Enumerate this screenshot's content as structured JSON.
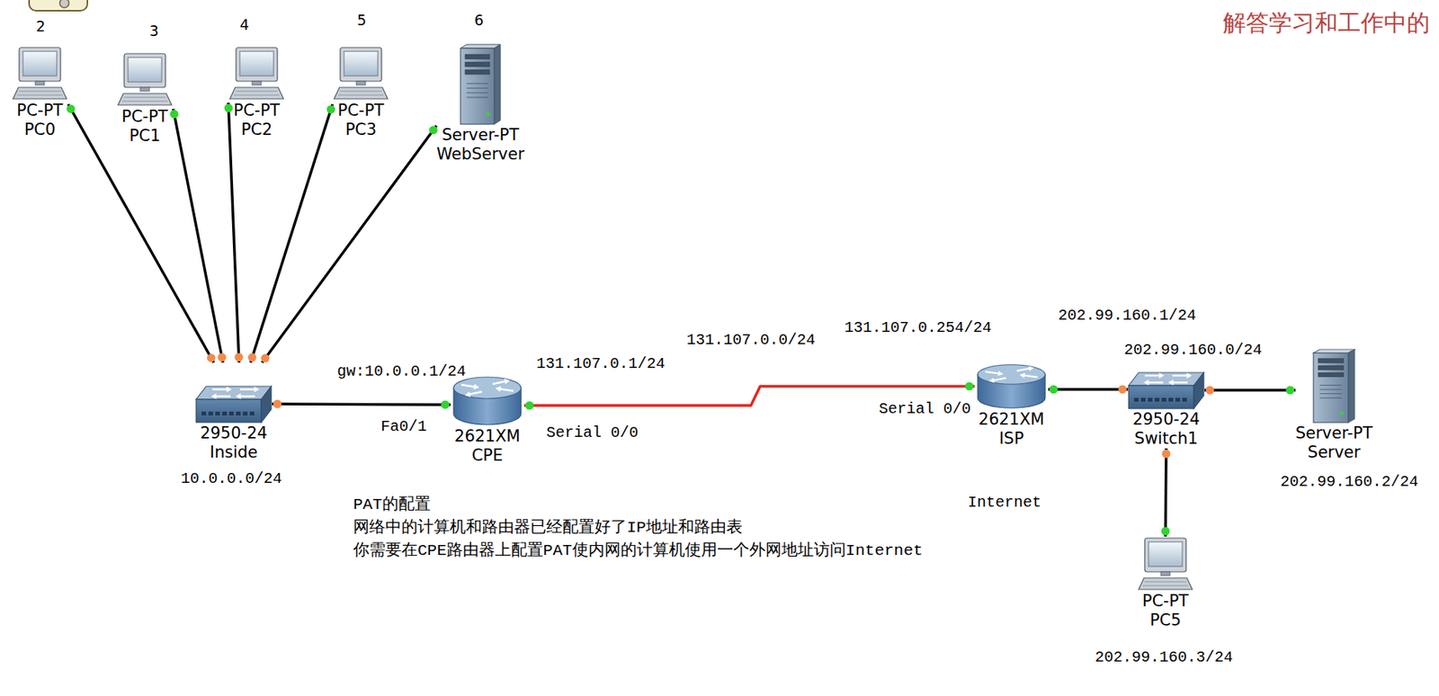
{
  "diagram": {
    "nodes": [
      {
        "text": [
          "PC-PT",
          "PC0"
        ]
      },
      {
        "text": [
          "PC-PT",
          "PC1"
        ]
      },
      {
        "text": [
          "PC-PT",
          "PC2"
        ]
      },
      {
        "text": [
          "PC-PT",
          "PC3"
        ]
      },
      {
        "text": [
          "Server-PT",
          "WebServer"
        ]
      },
      {
        "text": [
          "2950-24",
          "Inside"
        ]
      },
      {
        "text": [
          "2621XM",
          "CPE"
        ]
      },
      {
        "text": [
          "2621XM",
          "ISP"
        ]
      },
      {
        "text": [
          "2950-24",
          "Switch1"
        ]
      },
      {
        "text": [
          "Server-PT",
          "Server"
        ]
      },
      {
        "text": [
          "PC-PT",
          "PC5"
        ]
      }
    ],
    "edges": [
      {
        "from": 0,
        "to": 5,
        "arrow": "none"
      },
      {
        "from": 1,
        "to": 5,
        "arrow": "none"
      },
      {
        "from": 2,
        "to": 5,
        "arrow": "none"
      },
      {
        "from": 3,
        "to": 5,
        "arrow": "none"
      },
      {
        "from": 4,
        "to": 5,
        "arrow": "none"
      },
      {
        "from": 5,
        "to": 6,
        "arrow": "none"
      },
      {
        "from": 6,
        "to": 7,
        "arrow": "none"
      },
      {
        "from": 7,
        "to": 8,
        "arrow": "none"
      },
      {
        "from": 8,
        "to": 9,
        "arrow": "none"
      },
      {
        "from": 8,
        "to": 10,
        "arrow": "none"
      }
    ],
    "labels": [
      "2",
      "3",
      "4",
      "5",
      "6",
      "gw:10.0.0.1/24",
      "Fa0/1",
      "10.0.0.0/24",
      "131.107.0.1/24",
      "Serial 0/0",
      "131.107.0.0/24",
      "131.107.0.254/24",
      "Serial 0/0",
      "Internet",
      "202.99.160.1/24",
      "202.99.160.0/24",
      "202.99.160.2/24",
      "202.99.160.3/24",
      "PAT的配置",
      "网络中的计算机和路由器已经配置好了IP地址和路由表",
      "你需要在CPE路由器上配置PAT使内网的计算机使用一个外网地址访问Internet",
      "解答学习和工作中的"
    ]
  }
}
